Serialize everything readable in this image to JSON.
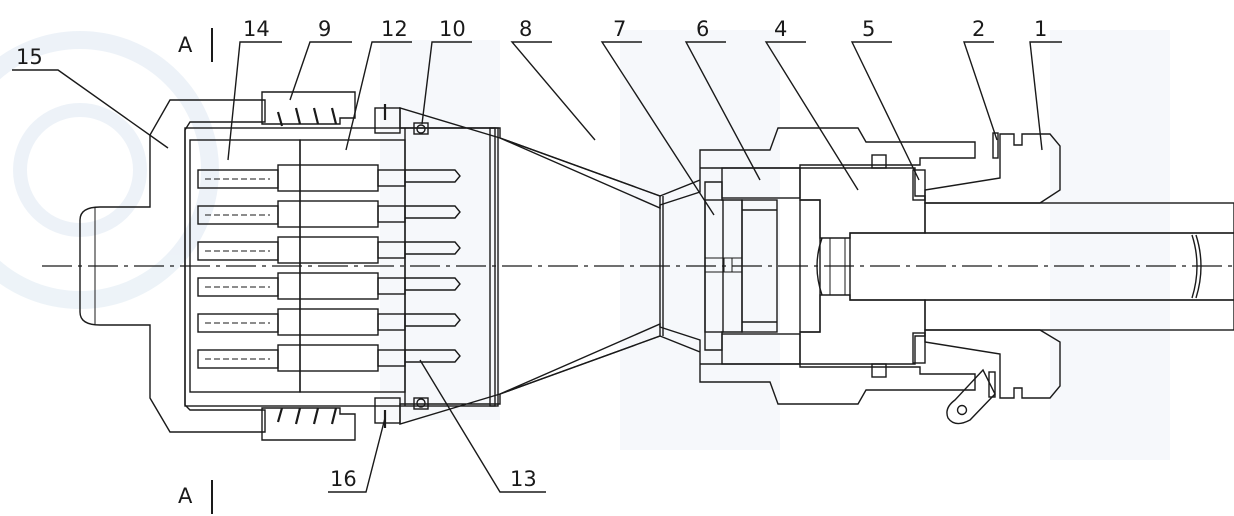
{
  "section_marks": {
    "top": "A",
    "bottom": "A"
  },
  "callouts": {
    "c1": "1",
    "c2": "2",
    "c4": "4",
    "c5": "5",
    "c6": "6",
    "c7": "7",
    "c8": "8",
    "c9": "9",
    "c10": "10",
    "c12": "12",
    "c13": "13",
    "c14": "14",
    "c15": "15",
    "c16": "16"
  },
  "colors": {
    "line": "#1a1a1a",
    "watermark": "#d9e6f2",
    "background": "#ffffff"
  }
}
